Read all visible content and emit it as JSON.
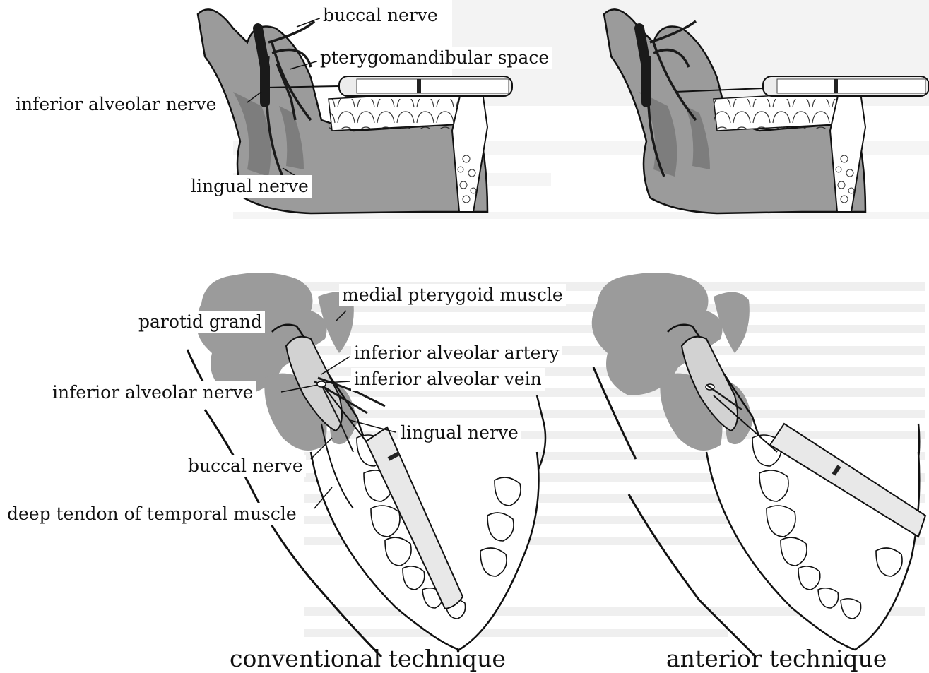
{
  "colors": {
    "tissue": "#9b9b9b",
    "tissue_light": "#d2d2d2",
    "nerve": "#1a1a1a",
    "ghost_text": "#c9c9c9"
  },
  "labels": {
    "buccal_nerve_top": "buccal nerve",
    "pterygomandibular_space": "pterygomandibular space",
    "inferior_alveolar_nerve_top": "inferior alveolar nerve",
    "lingual_nerve_top": "lingual nerve",
    "medial_pterygoid_muscle": "medial pterygoid muscle",
    "parotid_grand": "parotid grand",
    "inferior_alveolar_artery": "inferior alveolar artery",
    "inferior_alveolar_vein": "inferior alveolar vein",
    "inferior_alveolar_nerve_bottom": "inferior alveolar nerve",
    "lingual_nerve_bottom": "lingual nerve",
    "buccal_nerve_bottom": "buccal nerve",
    "deep_tendon": "deep tendon of temporal muscle"
  },
  "captions": {
    "left": "conventional technique",
    "right": "anterior technique"
  }
}
